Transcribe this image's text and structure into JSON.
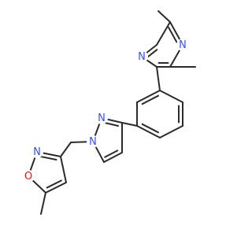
{
  "atoms": [
    {
      "id": "N_pz1",
      "label": "N",
      "color": "#3050f8",
      "role": "pyrazine-nitrogen-top"
    },
    {
      "id": "N_pz2",
      "label": "N",
      "color": "#3050f8",
      "role": "pyrazine-nitrogen-left"
    },
    {
      "id": "N_py1",
      "label": "N",
      "color": "#3050f8",
      "role": "pyrazole-nitrogen-substituted"
    },
    {
      "id": "N_py2",
      "label": "N",
      "color": "#3050f8",
      "role": "pyrazole-nitrogen-double"
    },
    {
      "id": "N_is",
      "label": "N",
      "color": "#3050f8",
      "role": "isoxazole-nitrogen"
    },
    {
      "id": "O_is",
      "label": "O",
      "color": "#ff0d0d",
      "role": "isoxazole-oxygen"
    }
  ],
  "colors": {
    "bond": "#2b2b2b",
    "background": "#ffffff",
    "nitrogen": "#3050f8",
    "oxygen": "#ff0d0d"
  }
}
